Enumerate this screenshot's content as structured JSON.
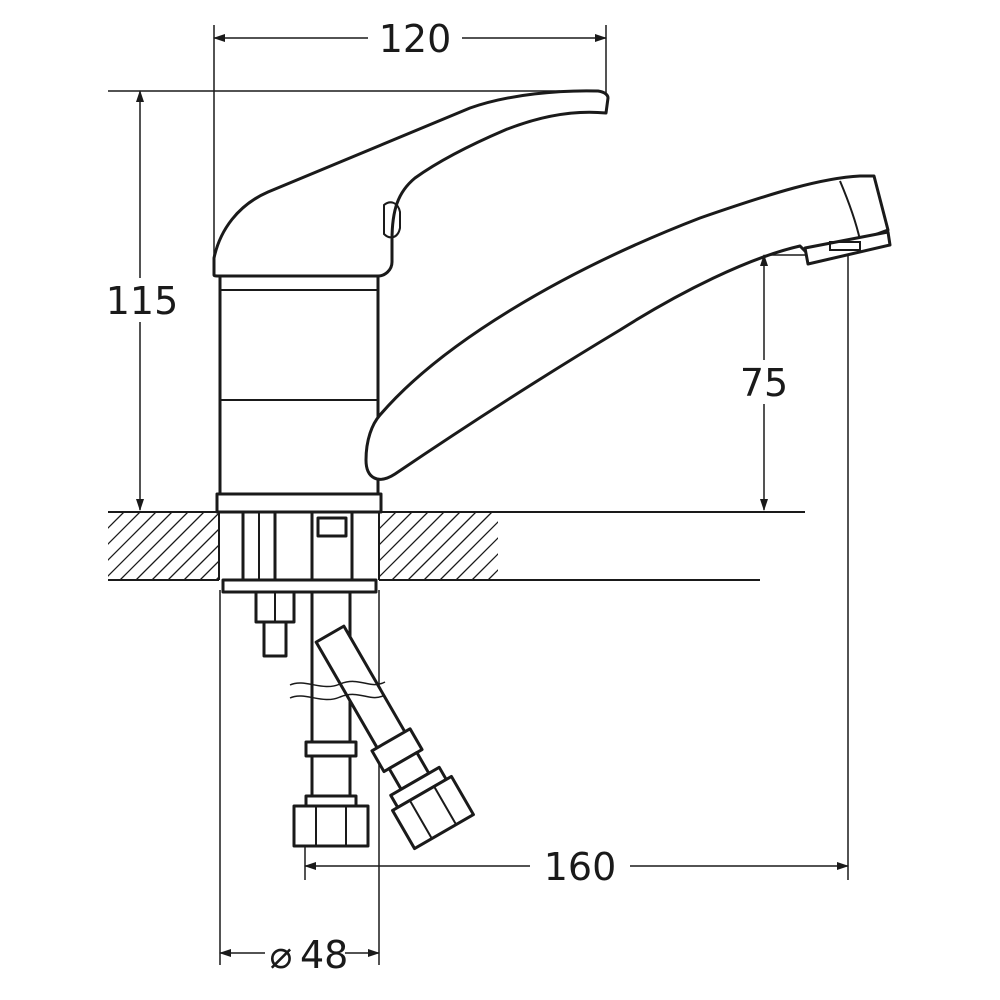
{
  "drawing": {
    "dimensions": {
      "handle_reach": "120",
      "total_height": "115",
      "spout_clearance": "75",
      "spout_reach": "160",
      "body_diameter": "48"
    },
    "diameter_symbol": "⌀"
  }
}
